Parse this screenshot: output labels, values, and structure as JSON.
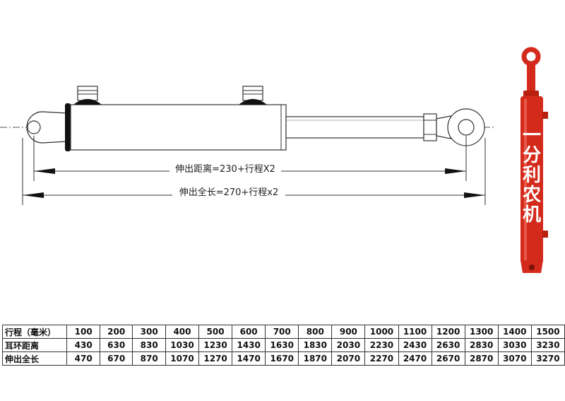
{
  "drawing": {
    "dimension_retracted": "伸出距离=230+行程X2",
    "dimension_total": "伸出全长=270+行程x2"
  },
  "side_product": {
    "vertical_text": [
      "一",
      "分",
      "利",
      "农",
      "机"
    ],
    "color": "#d42a1c"
  },
  "spec_table": {
    "rows": [
      {
        "header": "行程（毫米）",
        "values": [
          "100",
          "200",
          "300",
          "400",
          "500",
          "600",
          "700",
          "800",
          "900",
          "1000",
          "1100",
          "1200",
          "1300",
          "1400",
          "1500"
        ]
      },
      {
        "header": "耳环距离",
        "values": [
          "430",
          "630",
          "830",
          "1030",
          "1230",
          "1430",
          "1630",
          "1830",
          "2030",
          "2230",
          "2430",
          "2630",
          "2830",
          "3030",
          "3230"
        ]
      },
      {
        "header": "伸出全长",
        "values": [
          "470",
          "670",
          "870",
          "1070",
          "1270",
          "1470",
          "1670",
          "1870",
          "2070",
          "2270",
          "2470",
          "2670",
          "2870",
          "3070",
          "3270"
        ]
      }
    ]
  }
}
